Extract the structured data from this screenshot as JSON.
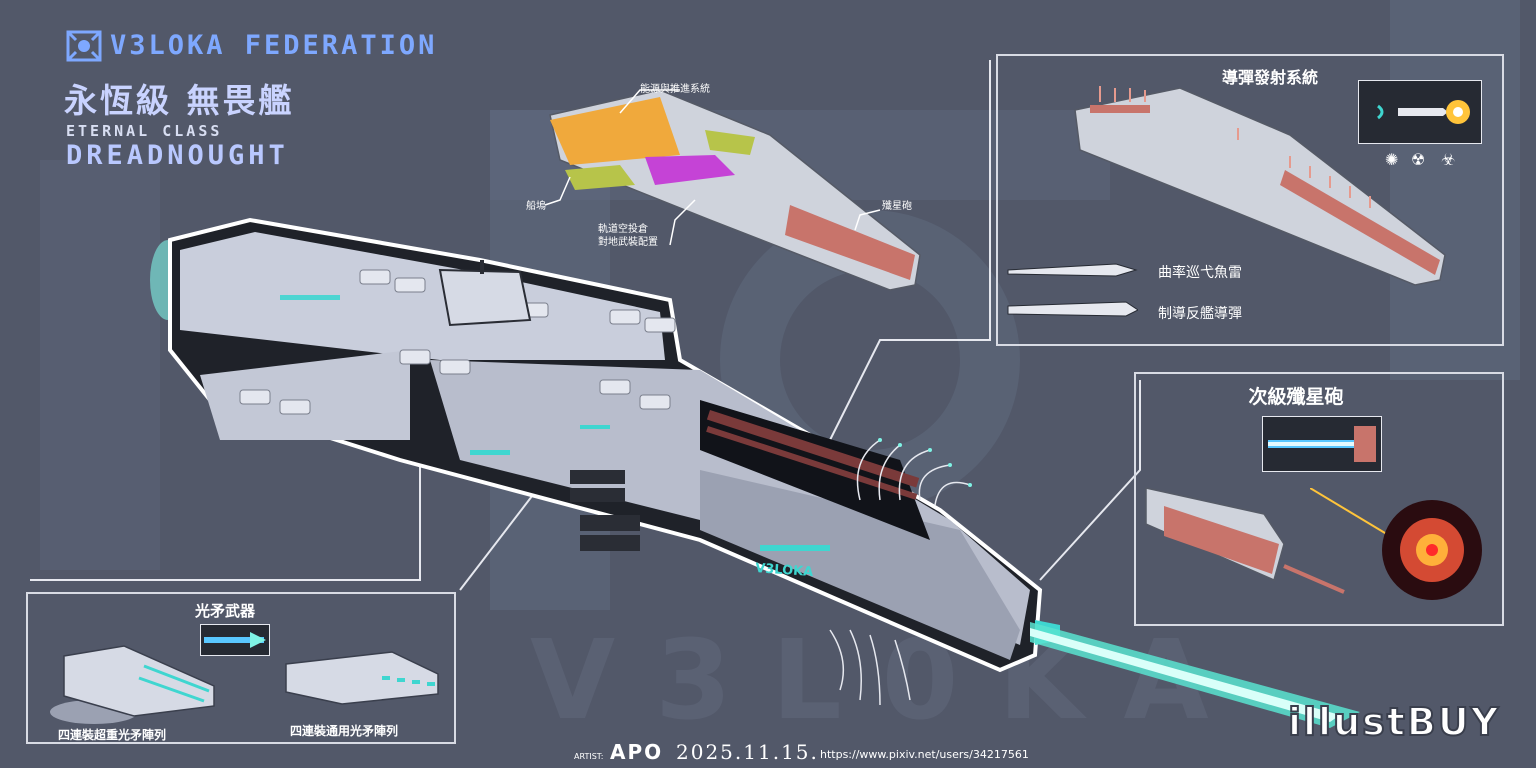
{
  "header": {
    "federation": "V3LOKA FEDERATION",
    "title_zh": "永恆級 無畏艦",
    "title_en_line1": "ETERNAL CLASS",
    "title_en_line2": "DREADNOUGHT"
  },
  "main": {
    "hull_text": "V3LOKA"
  },
  "schematic": {
    "label_energy": "能源與推進系統",
    "label_dock": "船塢",
    "label_drop_bay": "軌道空投倉",
    "label_ground_arms": "對地武裝配置",
    "label_cannon": "殲星砲"
  },
  "missile_panel": {
    "title": "導彈發射系統",
    "torpedo": "曲率巡弋魚雷",
    "missile": "制導反艦導彈",
    "icon_frag": "✺",
    "icon_nuclear": "☢",
    "icon_bio": "☣"
  },
  "cannon_panel": {
    "title": "次級殲星砲"
  },
  "spear_panel": {
    "title": "光矛武器",
    "heavy_label": "四連裝超重光矛陣列",
    "general_label": "四連裝通用光矛陣列"
  },
  "credits": {
    "watermark": "illustBUY",
    "artist_label": "ARTIST:",
    "artist_name": "APO",
    "date": "2025.11.15.",
    "url": "https://www.pixiv.net/users/34217561"
  },
  "colors": {
    "background": "#525869",
    "accent_cyan": "#3fd6d0",
    "brand_blue": "#7ea8ff",
    "energy_section": "#f0a93c",
    "drop_bay_section": "#c543d6",
    "dock_section": "#b7c44a",
    "cannon_section": "#c8746b"
  }
}
